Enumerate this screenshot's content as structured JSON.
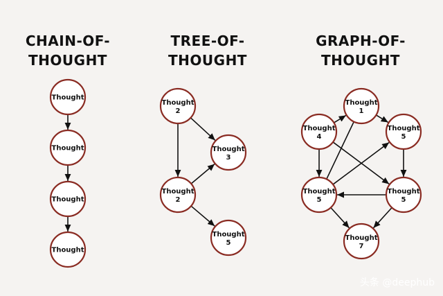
{
  "titles": {
    "chain": [
      "CHAIN-OF-",
      "THOUGHT"
    ],
    "tree": [
      "TREE-OF-",
      "THOUGHT"
    ],
    "graph": [
      "GRAPH-OF-",
      "THOUGHT"
    ]
  },
  "chain_nodes": [
    {
      "label": "Thought",
      "num": ""
    },
    {
      "label": "Thought",
      "num": ""
    },
    {
      "label": "Thought",
      "num": ""
    },
    {
      "label": "Thought",
      "num": ""
    }
  ],
  "tree_nodes": [
    {
      "label": "Thought",
      "num": "2"
    },
    {
      "label": "Thought",
      "num": "3"
    },
    {
      "label": "Thought",
      "num": "2"
    },
    {
      "label": "Thought",
      "num": "5"
    }
  ],
  "graph_nodes": [
    {
      "label": "Thought",
      "num": "1"
    },
    {
      "label": "Thought",
      "num": "4"
    },
    {
      "label": "Thought",
      "num": "5"
    },
    {
      "label": "Thought",
      "num": "5"
    },
    {
      "label": "Thought",
      "num": "5"
    },
    {
      "label": "Thought",
      "num": "7"
    }
  ],
  "watermark": "头条 @deephub"
}
